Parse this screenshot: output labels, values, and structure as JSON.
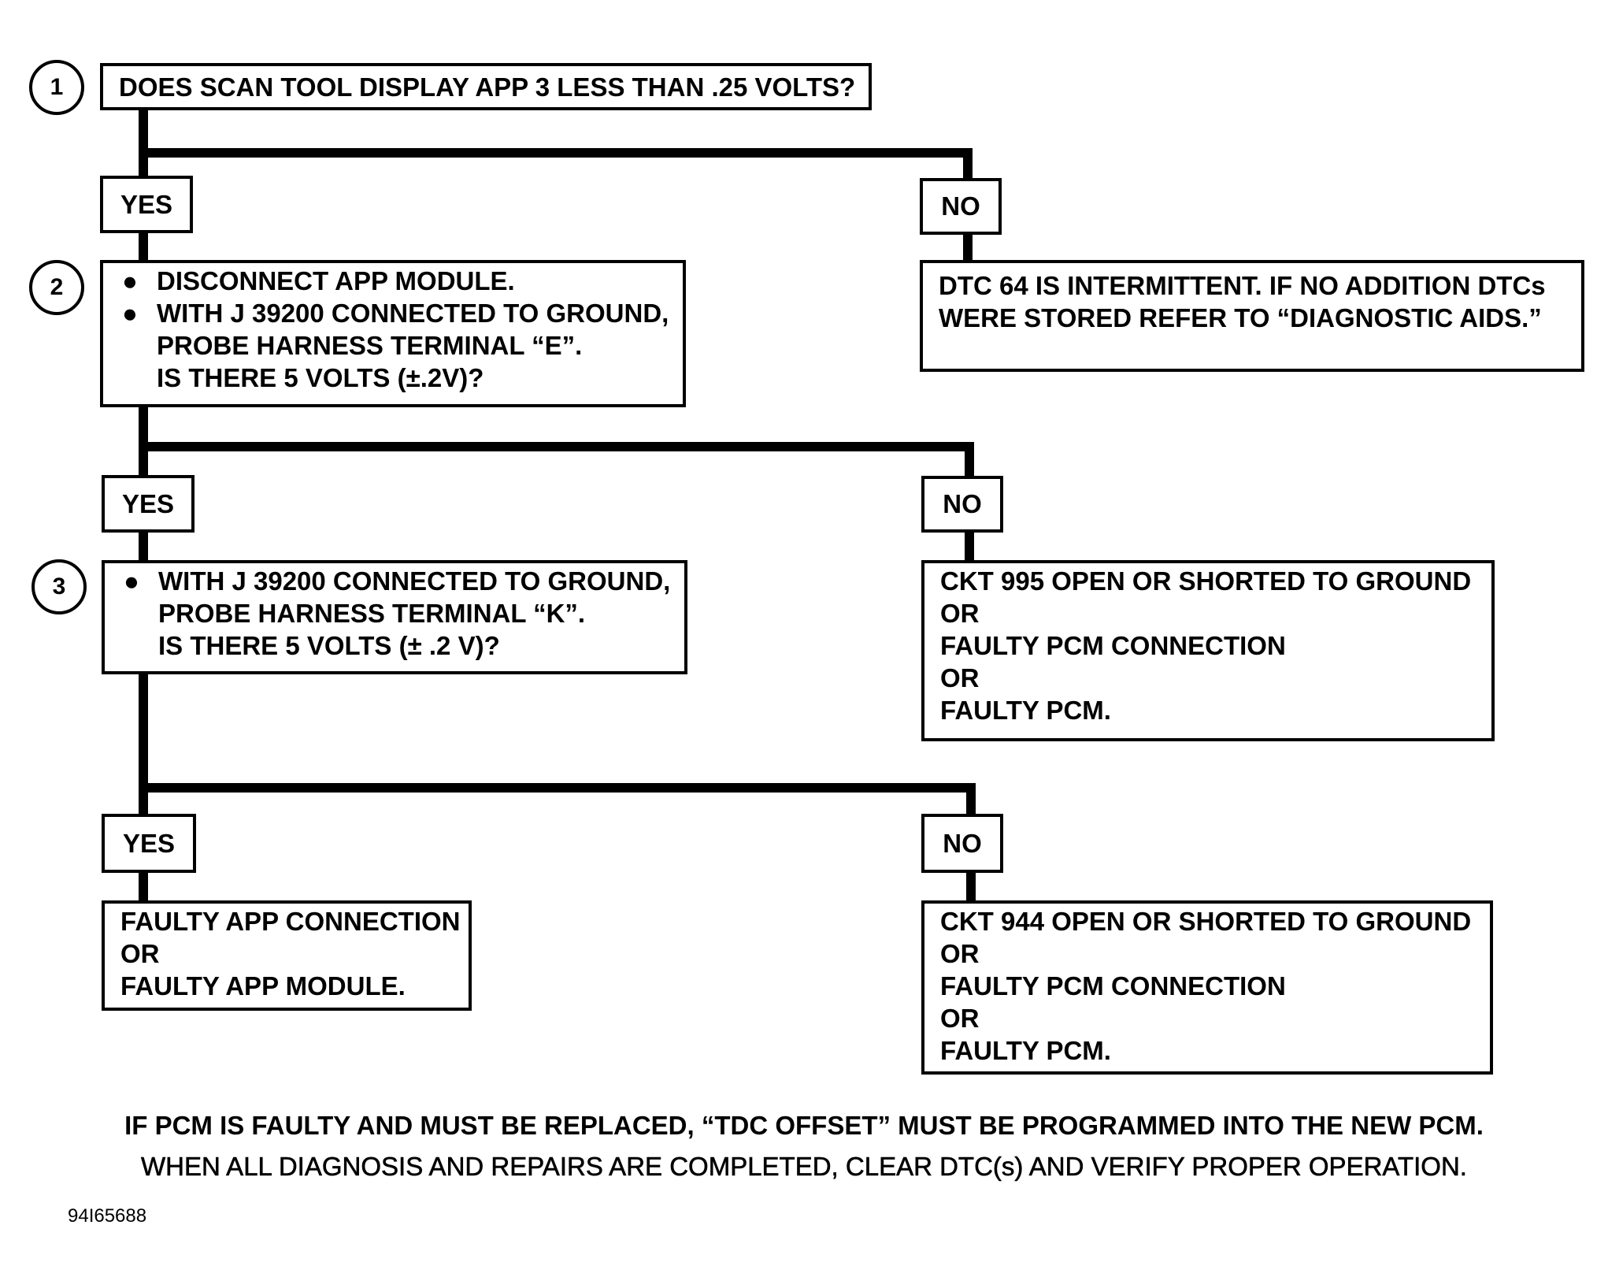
{
  "steps": [
    {
      "number": "1",
      "question": "DOES SCAN TOOL DISPLAY APP 3 LESS THAN .25 VOLTS?"
    },
    {
      "number": "2",
      "bullets": [
        "DISCONNECT APP MODULE.",
        "WITH J 39200 CONNECTED TO GROUND,"
      ],
      "continuation": [
        "PROBE HARNESS TERMINAL “E”.",
        "IS THERE 5 VOLTS (±.2V)?"
      ]
    },
    {
      "number": "3",
      "bullets": [
        "WITH J 39200 CONNECTED TO GROUND,"
      ],
      "continuation": [
        "PROBE HARNESS TERMINAL “K”.",
        "IS THERE 5 VOLTS (± .2 V)?"
      ]
    }
  ],
  "branches": {
    "yes": "YES",
    "no": "NO"
  },
  "bullet_char": "●",
  "results": {
    "step1_no": [
      "DTC 64 IS INTERMITTENT.  IF NO ADDITION DTCs",
      "WERE STORED REFER TO “DIAGNOSTIC AIDS.”"
    ],
    "step2_no": [
      "CKT 995 OPEN OR SHORTED TO GROUND",
      "OR",
      "FAULTY PCM CONNECTION",
      "OR",
      "FAULTY PCM."
    ],
    "step3_yes": [
      "FAULTY APP CONNECTION",
      "OR",
      "FAULTY APP MODULE."
    ],
    "step3_no": [
      "CKT 944 OPEN OR SHORTED TO GROUND",
      "OR",
      "FAULTY PCM CONNECTION",
      "OR",
      "FAULTY PCM."
    ]
  },
  "notes": [
    "IF PCM IS FAULTY AND MUST BE REPLACED, “TDC OFFSET” MUST BE PROGRAMMED INTO THE NEW PCM.",
    "WHEN ALL DIAGNOSIS AND REPAIRS ARE COMPLETED, CLEAR DTC(s) AND VERIFY PROPER OPERATION."
  ],
  "figure_id": "94I65688"
}
